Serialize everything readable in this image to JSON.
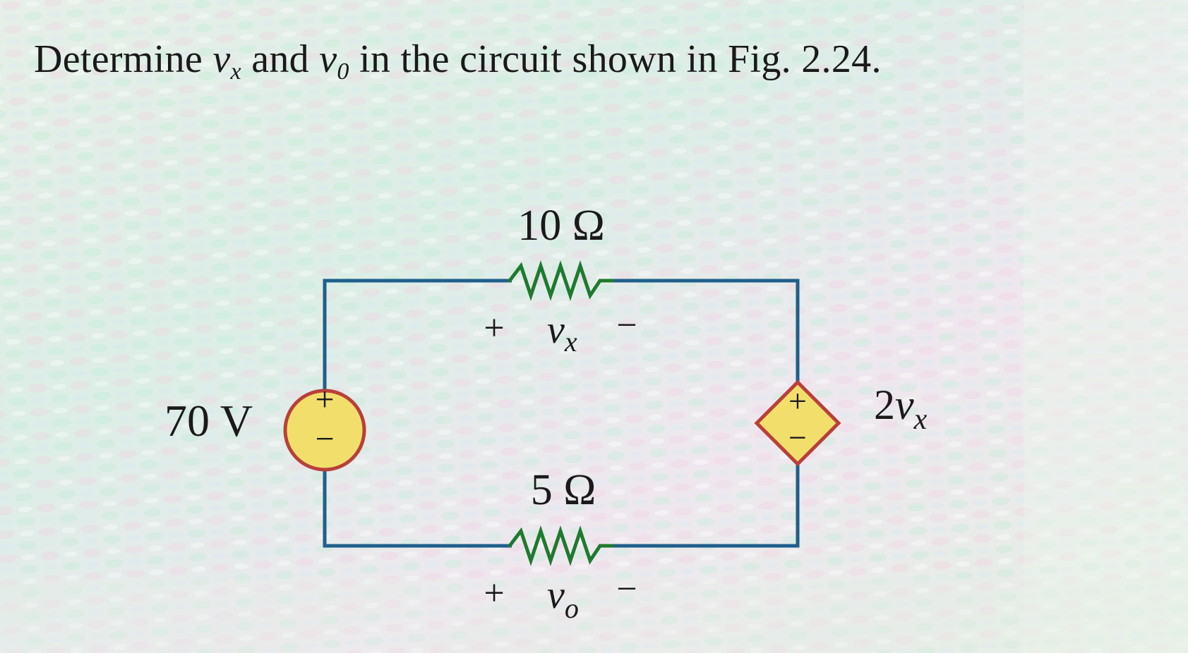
{
  "question": {
    "prefix": "Determine ",
    "var1": "v",
    "var1_sub": "x",
    "middle": " and ",
    "var2": "v",
    "var2_sub": "0",
    "suffix": " in the circuit shown in Fig. 2.24."
  },
  "circuit": {
    "resistor_top_label": "10 Ω",
    "resistor_bottom_label": "5 Ω",
    "source_label": "70 V",
    "dep_source_coef": "2",
    "dep_source_var": "v",
    "dep_source_sub": "x",
    "vx_var": "v",
    "vx_sub": "x",
    "vo_var": "v",
    "vo_sub": "o",
    "plus": "+",
    "minus": "−",
    "wire_color": "#1f5f8b",
    "resistor_color": "#1e7a2e",
    "source_fill": "#f2df6b",
    "source_stroke": "#b8403a"
  }
}
